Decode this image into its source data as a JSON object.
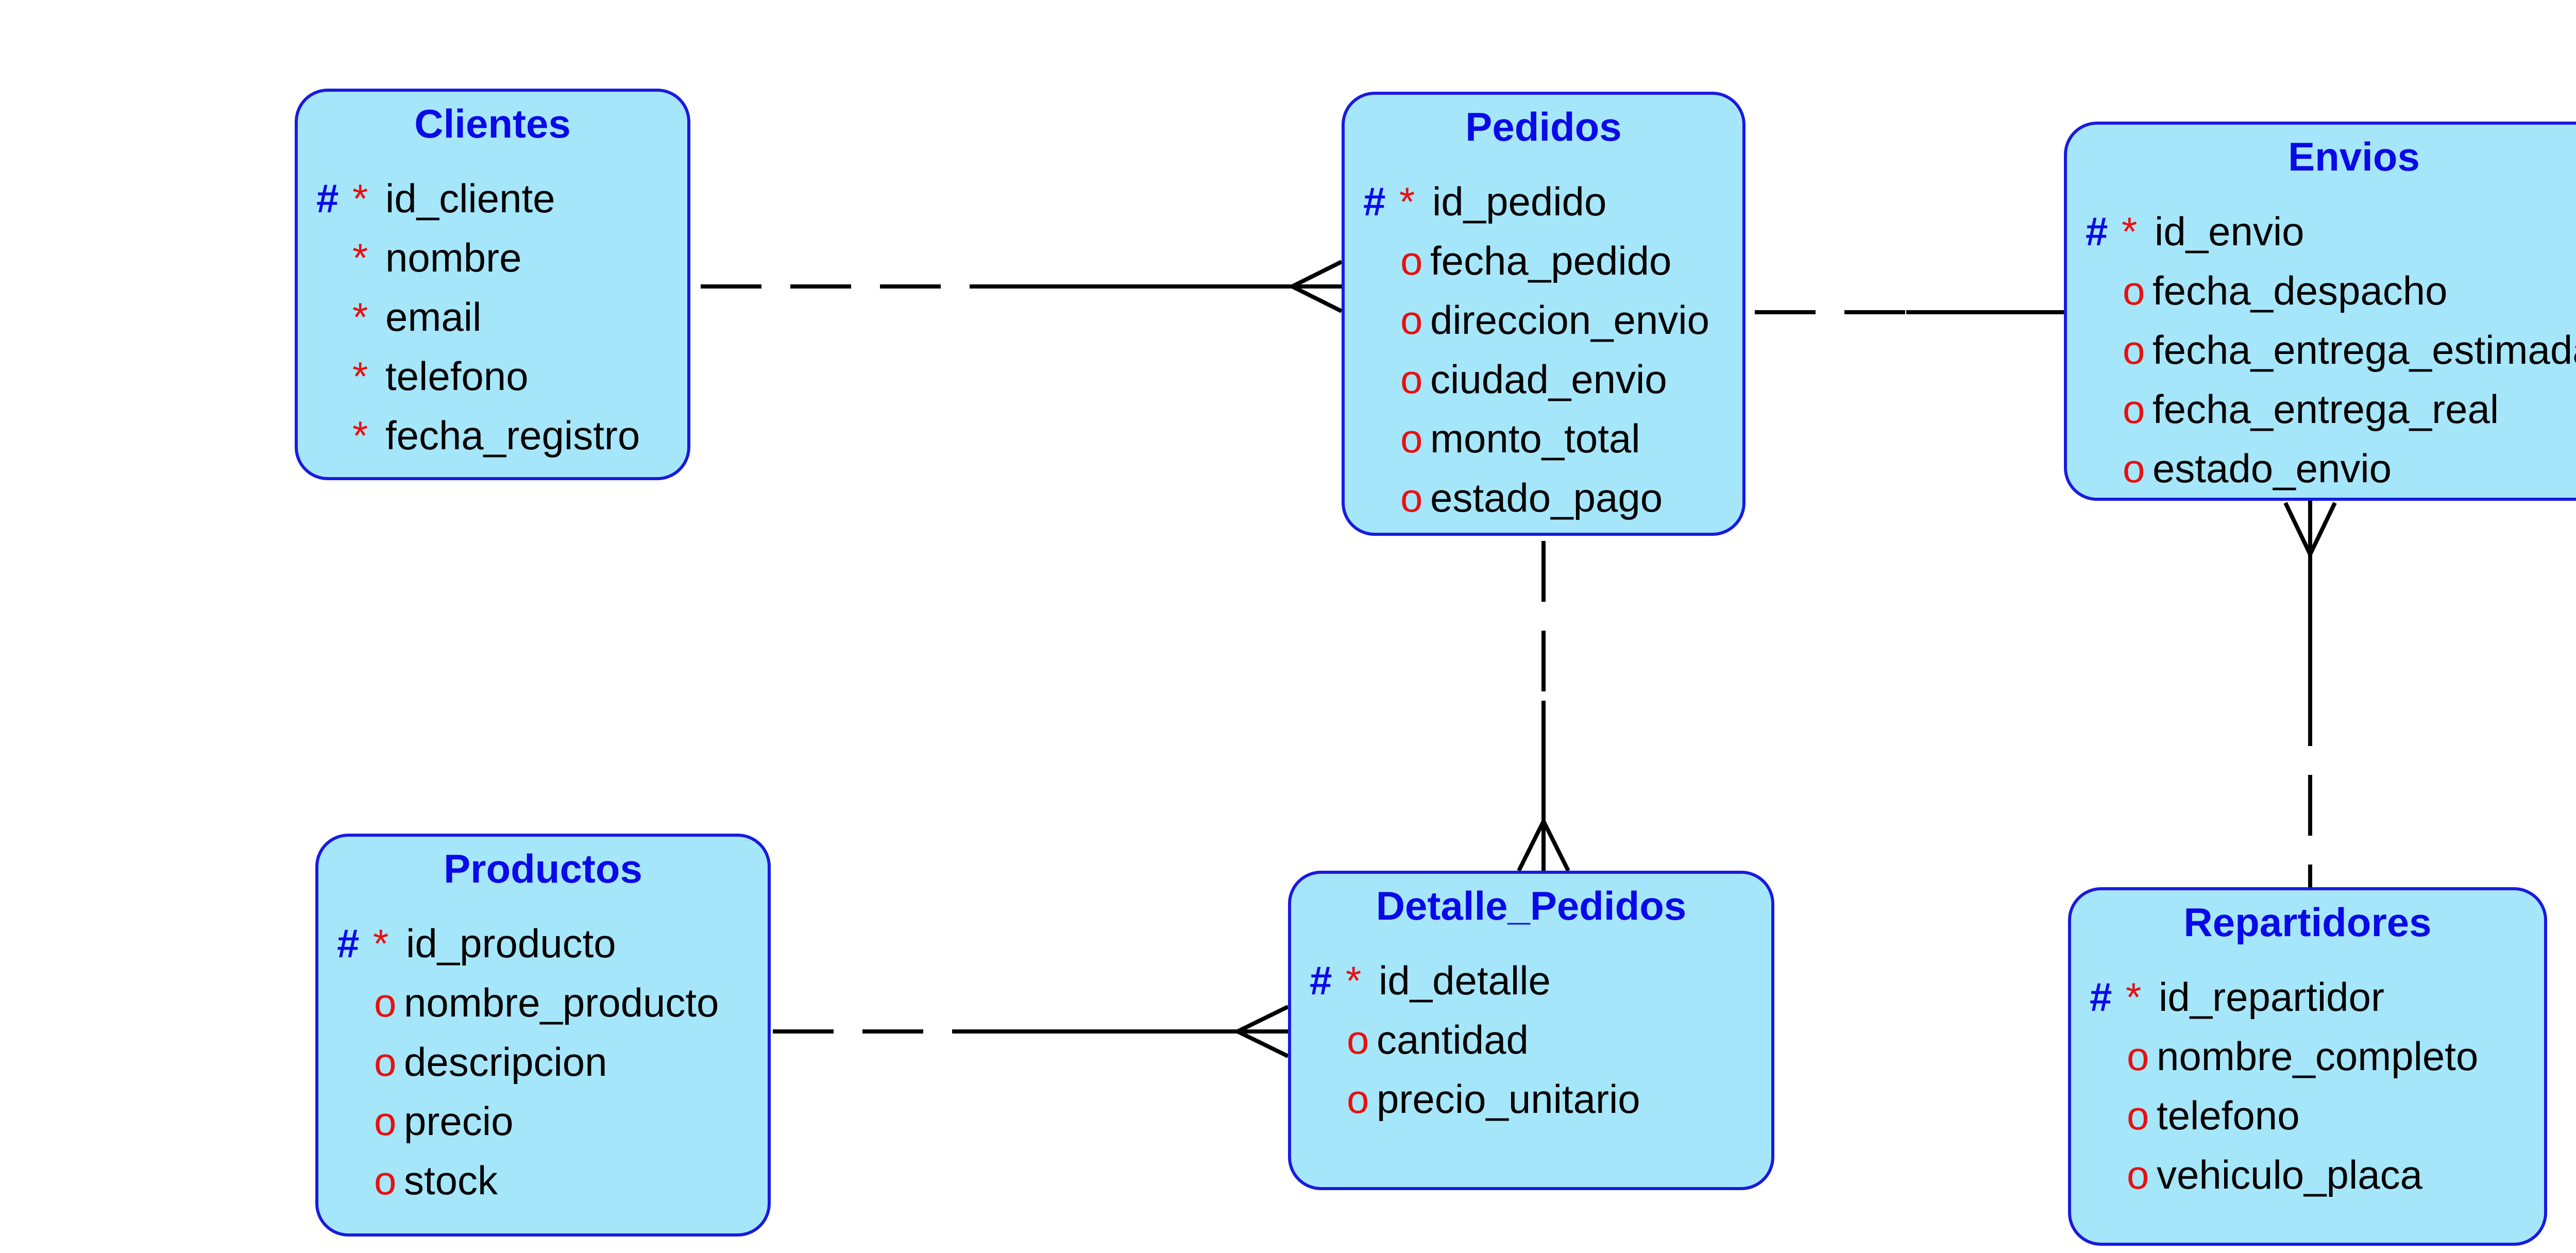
{
  "colors": {
    "entity_fill": "#a6e6fa",
    "entity_border": "#1a1adf",
    "title": "#0a0ae8",
    "identifier_mark": "#0a0ae8",
    "mandatory_optional_mark": "#e81010",
    "relationship_line": "#000000"
  },
  "entities": [
    {
      "name": "Clientes",
      "attributes": [
        {
          "pk": "#",
          "mark": "*",
          "name": "id_cliente"
        },
        {
          "pk": "",
          "mark": "*",
          "name": "nombre"
        },
        {
          "pk": "",
          "mark": "*",
          "name": "email"
        },
        {
          "pk": "",
          "mark": "*",
          "name": "telefono"
        },
        {
          "pk": "",
          "mark": "*",
          "name": "fecha_registro"
        }
      ]
    },
    {
      "name": "Pedidos",
      "attributes": [
        {
          "pk": "#",
          "mark": "*",
          "name": "id_pedido"
        },
        {
          "pk": "",
          "mark": "o",
          "name": "fecha_pedido"
        },
        {
          "pk": "",
          "mark": "o",
          "name": "direccion_envio"
        },
        {
          "pk": "",
          "mark": "o",
          "name": "ciudad_envio"
        },
        {
          "pk": "",
          "mark": "o",
          "name": "monto_total"
        },
        {
          "pk": "",
          "mark": "o",
          "name": "estado_pago"
        }
      ]
    },
    {
      "name": "Envios",
      "attributes": [
        {
          "pk": "#",
          "mark": "*",
          "name": "id_envio"
        },
        {
          "pk": "",
          "mark": "o",
          "name": "fecha_despacho"
        },
        {
          "pk": "",
          "mark": "o",
          "name": "fecha_entrega_estimada"
        },
        {
          "pk": "",
          "mark": "o",
          "name": "fecha_entrega_real"
        },
        {
          "pk": "",
          "mark": "o",
          "name": "estado_envio"
        }
      ]
    },
    {
      "name": "Productos",
      "attributes": [
        {
          "pk": "#",
          "mark": "*",
          "name": "id_producto"
        },
        {
          "pk": "",
          "mark": "o",
          "name": "nombre_producto"
        },
        {
          "pk": "",
          "mark": "o",
          "name": "descripcion"
        },
        {
          "pk": "",
          "mark": "o",
          "name": "precio"
        },
        {
          "pk": "",
          "mark": "o",
          "name": "stock"
        }
      ]
    },
    {
      "name": "Detalle_Pedidos",
      "attributes": [
        {
          "pk": "#",
          "mark": "*",
          "name": "id_detalle"
        },
        {
          "pk": "",
          "mark": "o",
          "name": "cantidad"
        },
        {
          "pk": "",
          "mark": "o",
          "name": "precio_unitario"
        }
      ]
    },
    {
      "name": "Repartidores",
      "attributes": [
        {
          "pk": "#",
          "mark": "*",
          "name": "id_repartidor"
        },
        {
          "pk": "",
          "mark": "o",
          "name": "nombre_completo"
        },
        {
          "pk": "",
          "mark": "o",
          "name": "telefono"
        },
        {
          "pk": "",
          "mark": "o",
          "name": "vehiculo_placa"
        }
      ]
    }
  ],
  "relationships": [
    {
      "from": "Clientes",
      "to": "Pedidos",
      "from_end": "one-optional",
      "to_end": "many-mandatory"
    },
    {
      "from": "Pedidos",
      "to": "Envios",
      "from_end": "one-optional",
      "to_end": "one-mandatory"
    },
    {
      "from": "Pedidos",
      "to": "Detalle_Pedidos",
      "from_end": "one-optional",
      "to_end": "many-mandatory"
    },
    {
      "from": "Productos",
      "to": "Detalle_Pedidos",
      "from_end": "one-optional",
      "to_end": "many-mandatory"
    },
    {
      "from": "Repartidores",
      "to": "Envios",
      "from_end": "one-optional",
      "to_end": "many-mandatory"
    }
  ]
}
